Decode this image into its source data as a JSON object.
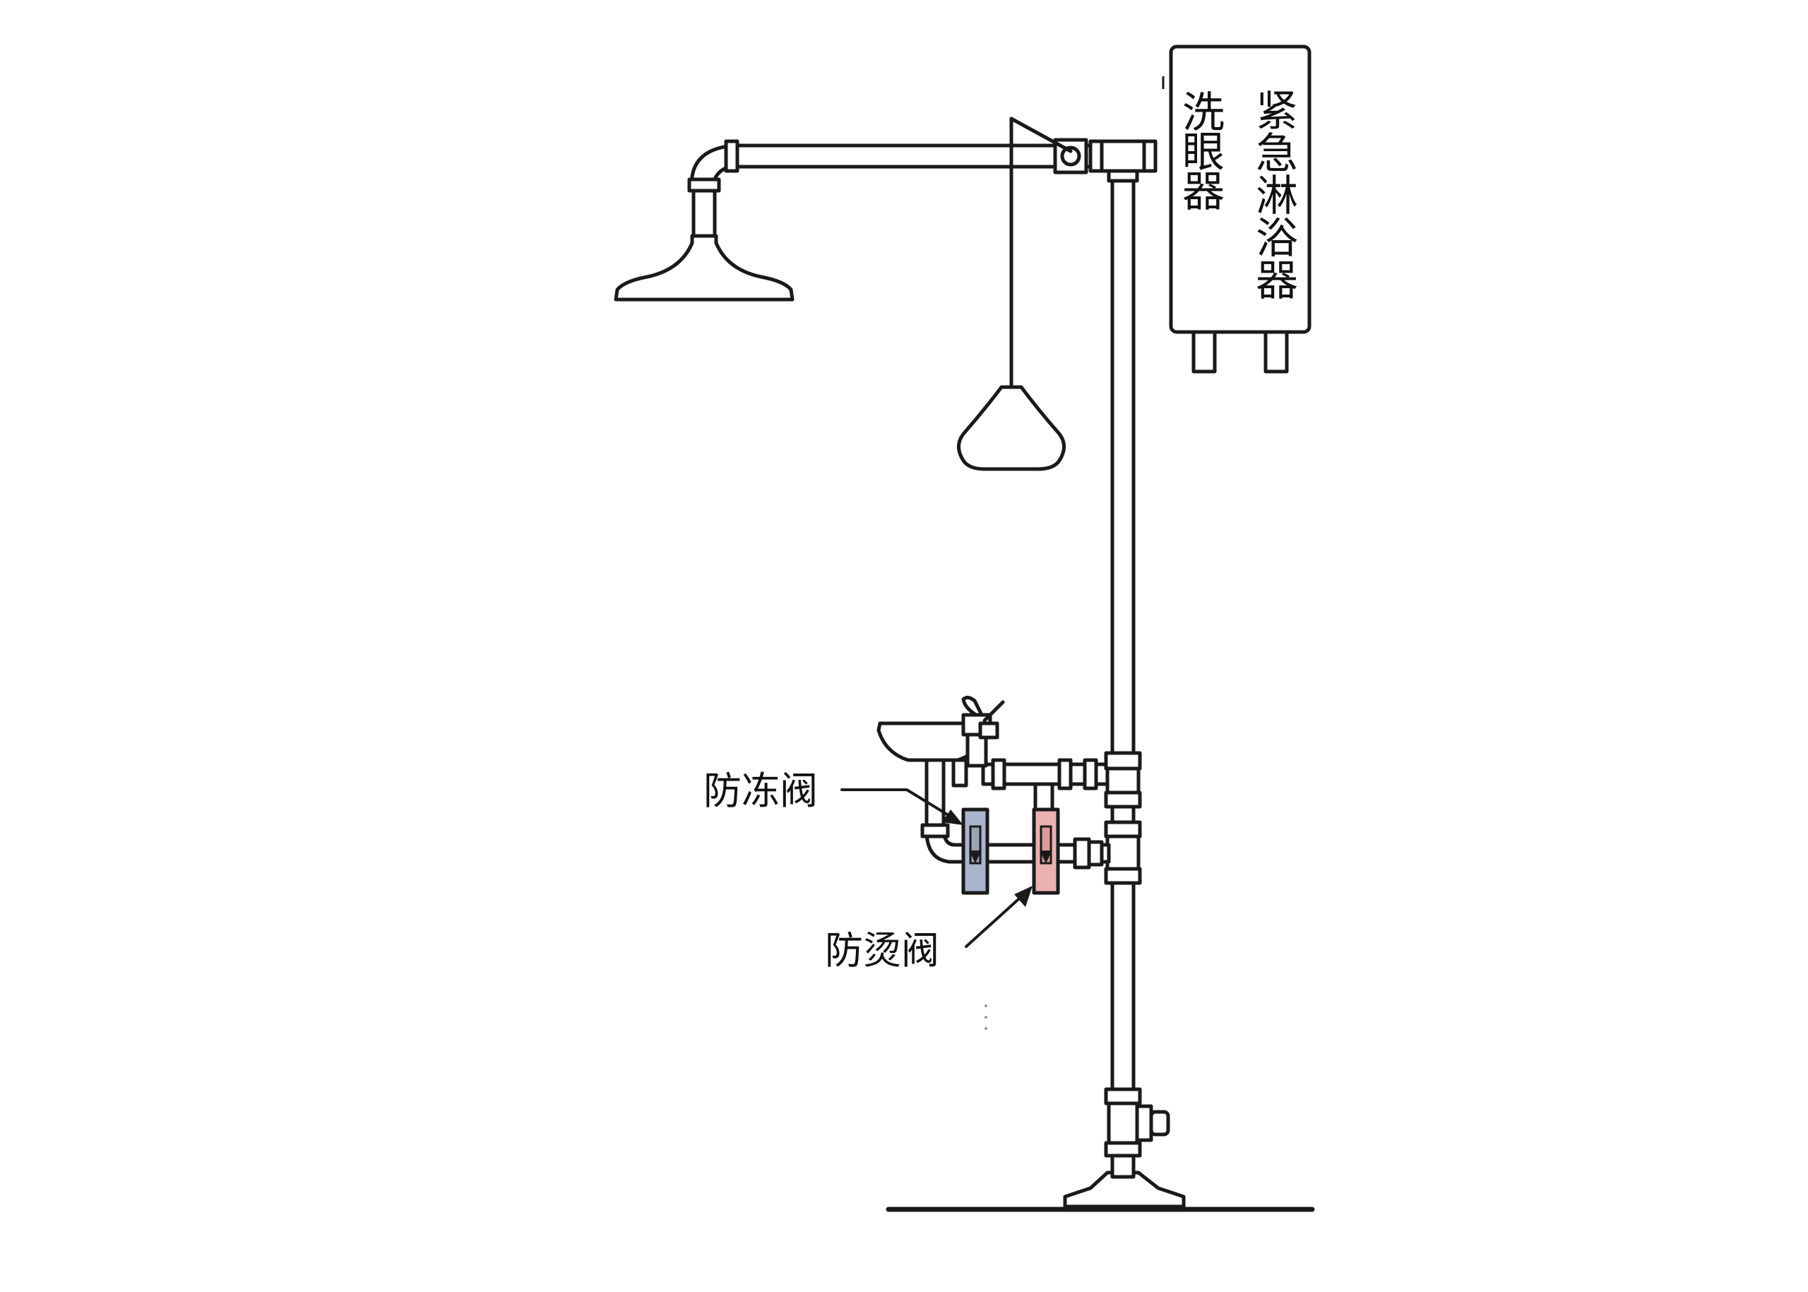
{
  "sign": {
    "title_vertical": "紧急淋浴器",
    "subtitle_vertical": "洗眼器"
  },
  "labels": {
    "antifreeze_valve": "防冻阀",
    "antiscald_valve": "防烫阀"
  },
  "colors": {
    "antifreeze_valve": "#aab4cc",
    "antiscald_valve": "#eab1b1",
    "line": "#1a1a1a"
  }
}
